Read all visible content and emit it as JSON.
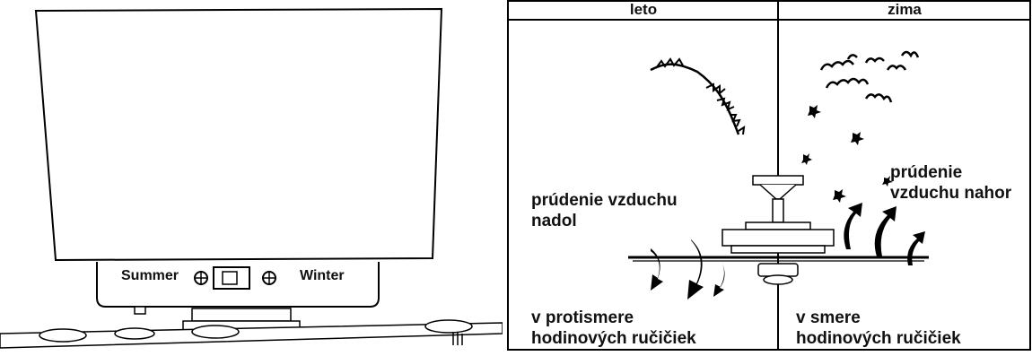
{
  "left_panel": {
    "switch": {
      "summer_label": "Summer",
      "winter_label": "Winter"
    }
  },
  "right_panel": {
    "headers": {
      "summer": "leto",
      "winter": "zima"
    },
    "summer": {
      "airflow_label": "prúdenie vzduchu\nnadol",
      "rotation_label": "v protismere\nhodinových ručičiek"
    },
    "winter": {
      "airflow_label": "prúdenie\nvzduchu nahor",
      "rotation_label": "v smere\nhodinových ručičiek"
    }
  }
}
